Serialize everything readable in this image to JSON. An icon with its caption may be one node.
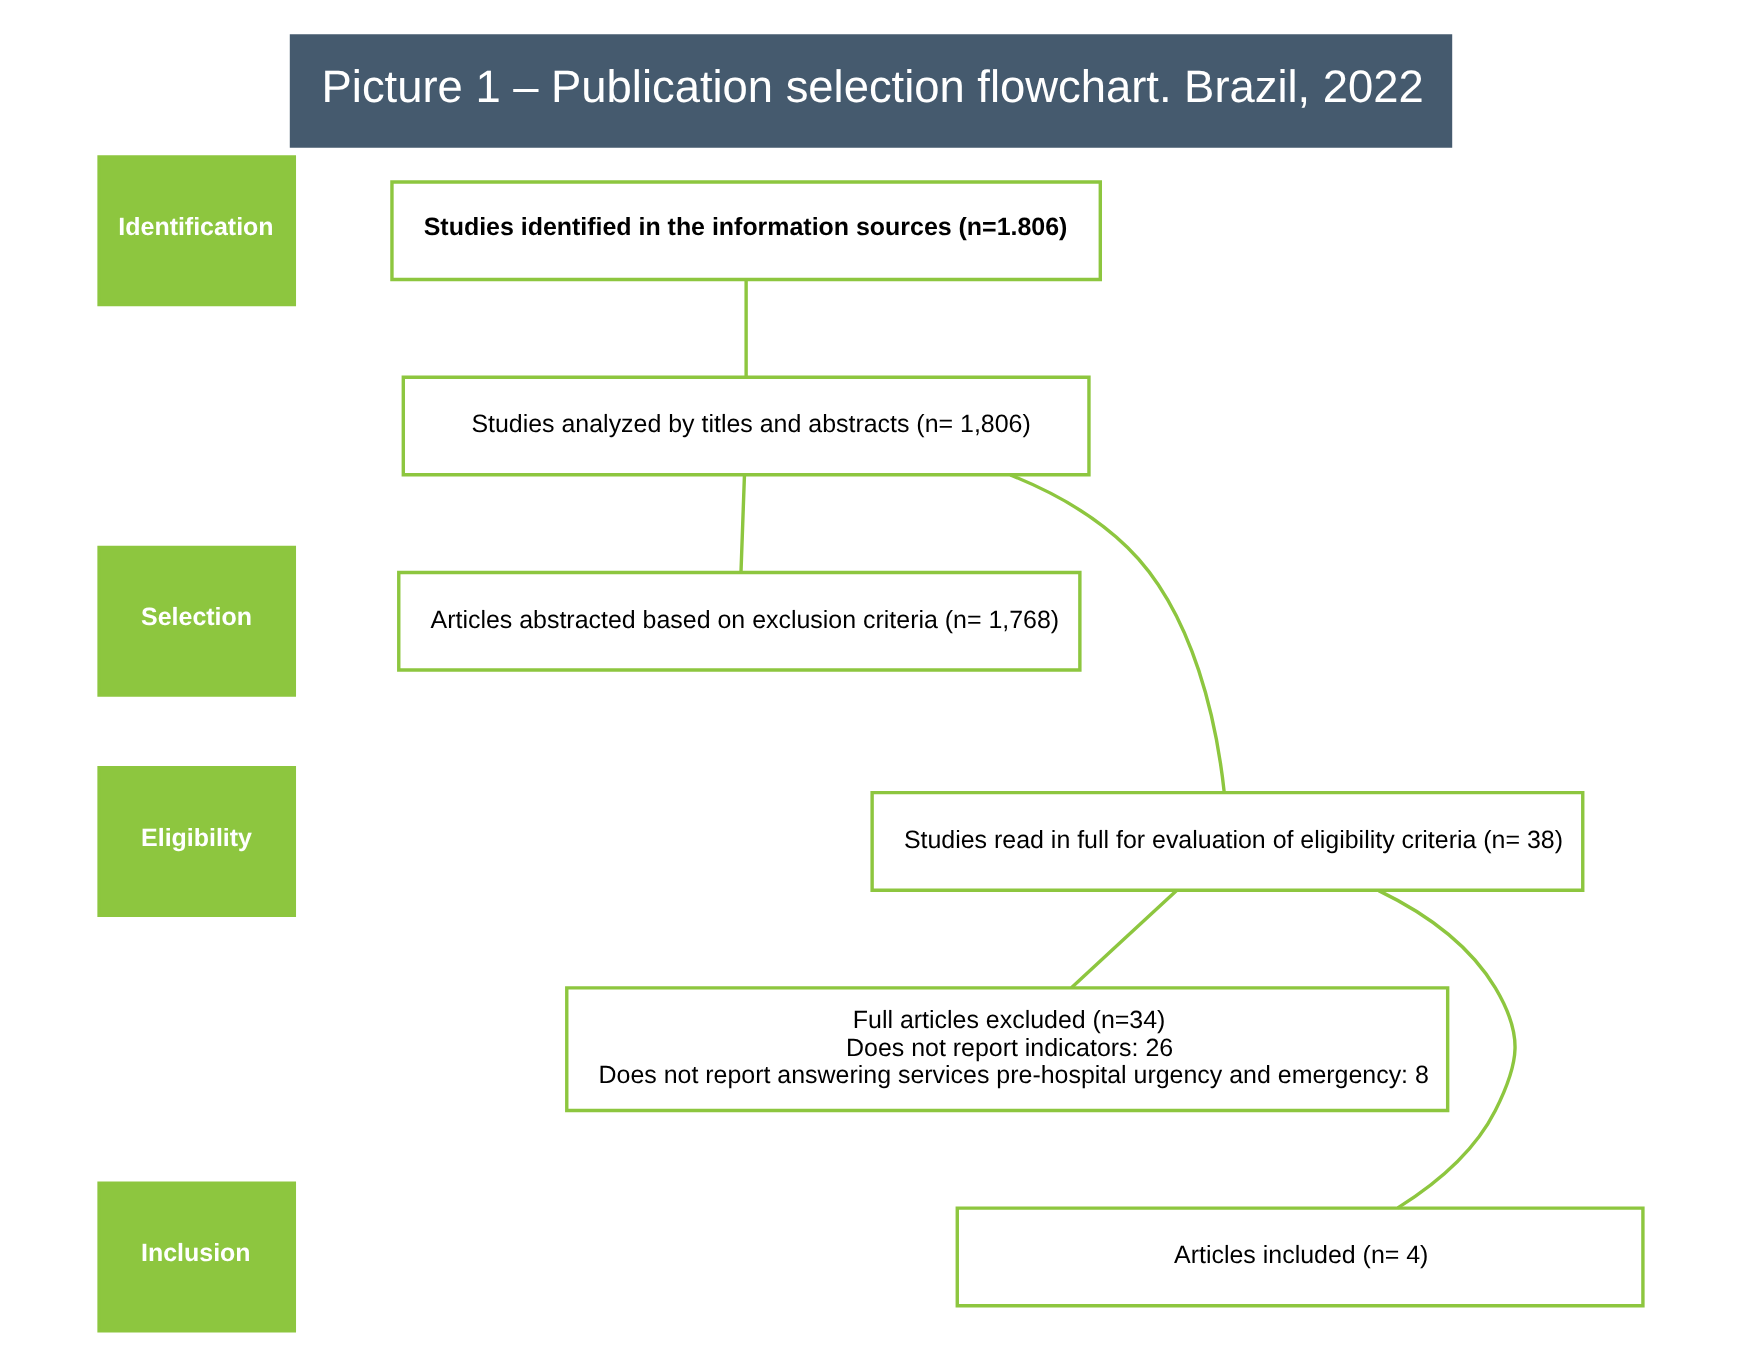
{
  "diagram": {
    "title": "Picture 1 – Publication selection flowchart. Brazil, 2022",
    "nodes": [
      {
        "text": [
          "Identification"
        ]
      },
      {
        "text": [
          "Studies identified in the information sources (n=1.806)"
        ]
      },
      {
        "text": [
          "Studies analyzed by titles and abstracts (n= 1,806)"
        ]
      },
      {
        "text": [
          "Selection"
        ]
      },
      {
        "text": [
          "Articles abstracted based on exclusion criteria (n= 1,768)"
        ]
      },
      {
        "text": [
          "Eligibility"
        ]
      },
      {
        "text": [
          "Studies read in full for evaluation of eligibility criteria (n= 38)"
        ]
      },
      {
        "text": [
          "Full articles excluded (n=34)",
          "Does not report indicators: 26",
          "Does not report answering services pre-hospital urgency and emergency: 8"
        ]
      },
      {
        "text": [
          "Inclusion"
        ]
      },
      {
        "text": [
          "Articles included (n= 4)"
        ]
      }
    ],
    "edges": [
      {
        "from": 1,
        "to": 2,
        "arrow": "none"
      },
      {
        "from": 2,
        "to": 4,
        "arrow": "none"
      },
      {
        "from": 2,
        "to": 6,
        "arrow": "none"
      },
      {
        "from": 6,
        "to": 7,
        "arrow": "none"
      },
      {
        "from": 6,
        "to": 9,
        "arrow": "none"
      }
    ]
  }
}
